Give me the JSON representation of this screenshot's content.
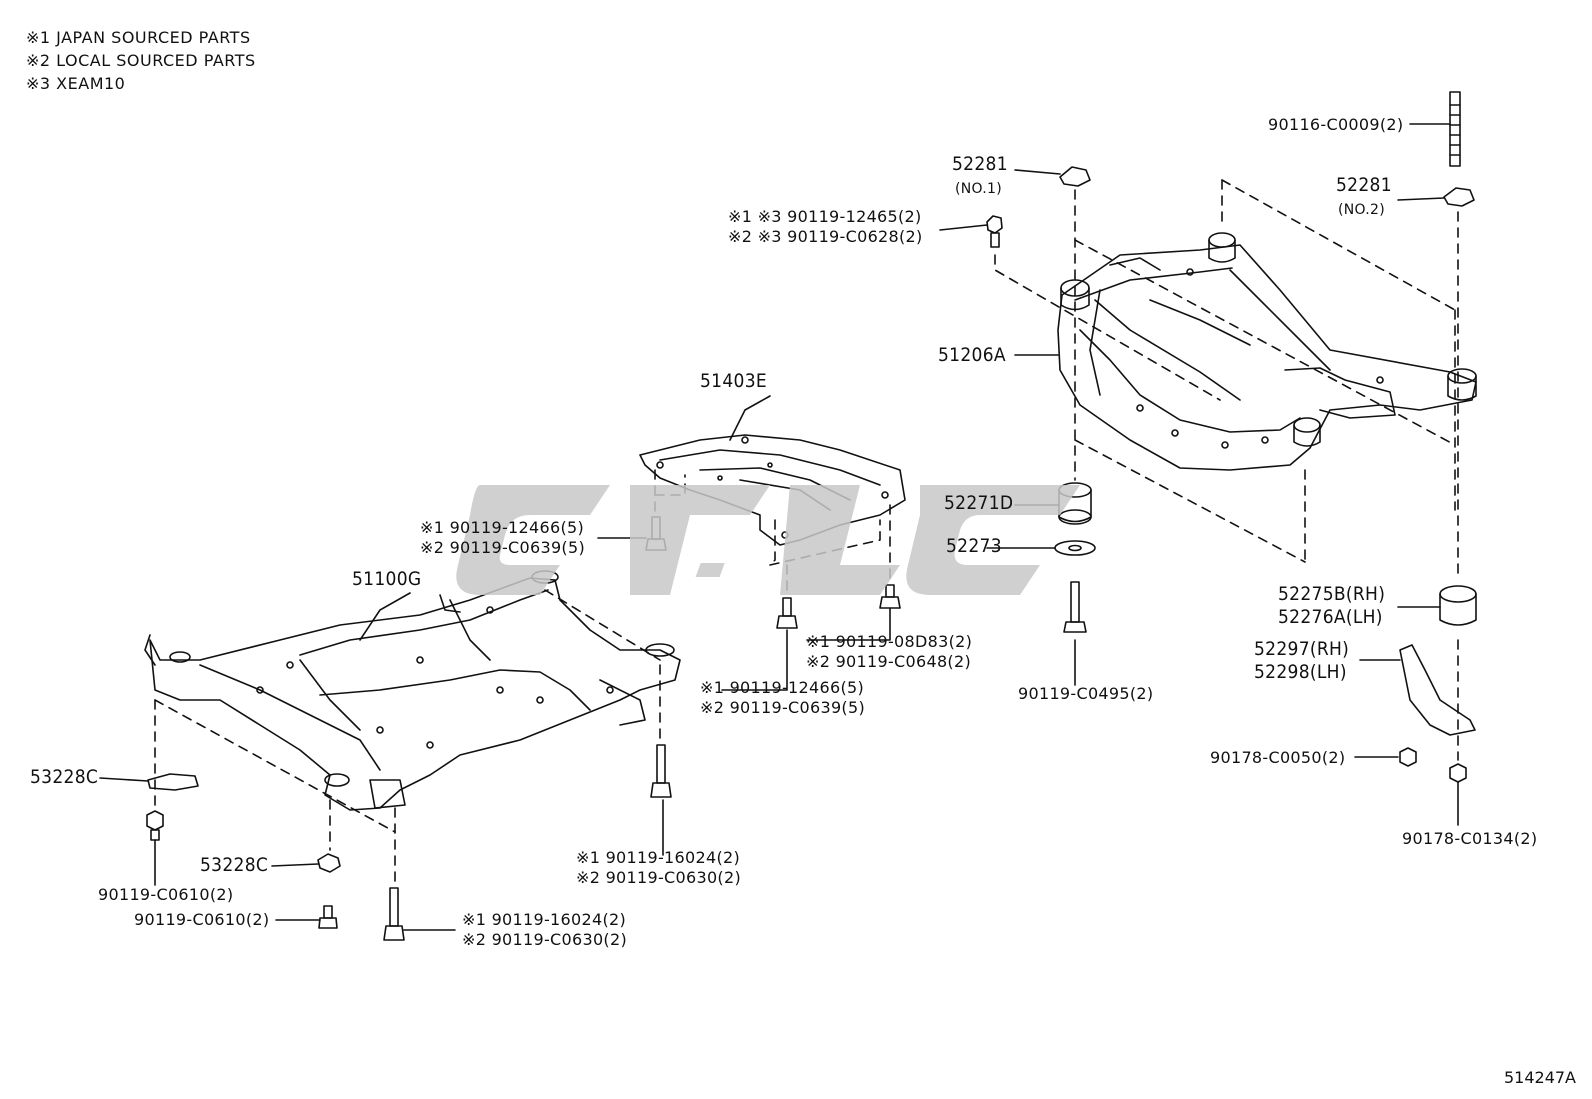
{
  "legend": [
    "※1 JAPAN SOURCED PARTS",
    "※2 LOCAL SOURCED PARTS",
    "※3 XEAM10"
  ],
  "labels": {
    "p_90116": "90116-C0009(2)",
    "p_52281_a": "52281",
    "p_52281_a_sub": "(NO.1)",
    "p_52281_b": "52281",
    "p_52281_b_sub": "(NO.2)",
    "p_12465_l1": "※1 ※3 90119-12465(2)",
    "p_12465_l2": "※2 ※3 90119-C0628(2)",
    "p_51206A": "51206A",
    "p_51403E": "51403E",
    "p_52271D": "52271D",
    "p_52273": "52273",
    "p_12466_top_l1": "※1 90119-12466(5)",
    "p_12466_top_l2": "※2 90119-C0639(5)",
    "p_51100G": "51100G",
    "p_08D83_l1": "※1 90119-08D83(2)",
    "p_08D83_l2": "※2 90119-C0648(2)",
    "p_12466_mid_l1": "※1 90119-12466(5)",
    "p_12466_mid_l2": "※2 90119-C0639(5)",
    "p_C0495": "90119-C0495(2)",
    "p_52275B": "52275B(RH)",
    "p_52276A": "52276A(LH)",
    "p_52297": "52297(RH)",
    "p_52298": "52298(LH)",
    "p_C0050": "90178-C0050(2)",
    "p_C0134": "90178-C0134(2)",
    "p_53228C_a": "53228C",
    "p_53228C_b": "53228C",
    "p_C0610_a": "90119-C0610(2)",
    "p_C0610_b": "90119-C0610(2)",
    "p_16024_a_l1": "※1 90119-16024(2)",
    "p_16024_a_l2": "※2 90119-C0630(2)",
    "p_16024_b_l1": "※1 90119-16024(2)",
    "p_16024_b_l2": "※2 90119-C0630(2)"
  },
  "reference": "514247A",
  "colors": {
    "line": "#111111",
    "watermark": "#c8c8c8",
    "background": "#ffffff"
  }
}
